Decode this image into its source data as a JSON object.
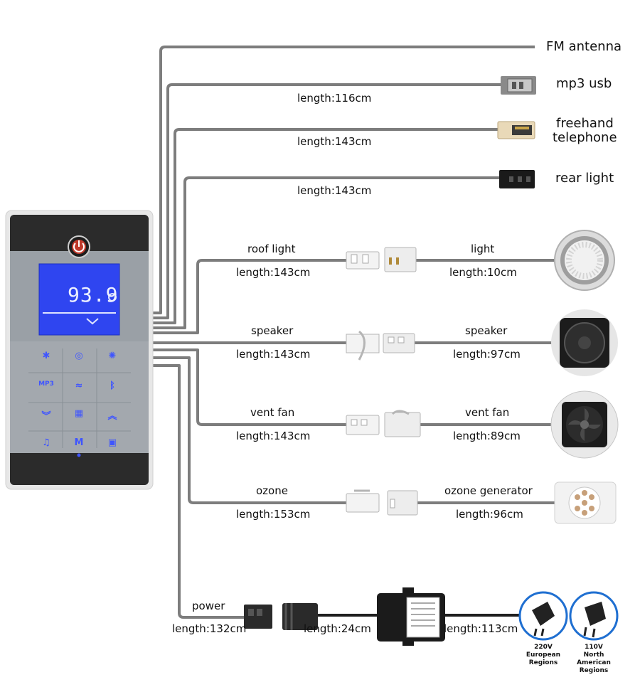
{
  "panel": {
    "display_value": "93.9",
    "buttons": [
      {
        "name": "sun-icon",
        "glyph": "✱"
      },
      {
        "name": "timer-icon",
        "glyph": "◎"
      },
      {
        "name": "fan-icon",
        "glyph": "✺"
      },
      {
        "name": "mp3-icon",
        "glyph": "MP3"
      },
      {
        "name": "steam-icon",
        "glyph": "≈"
      },
      {
        "name": "bluetooth-icon",
        "glyph": "ᛒ"
      },
      {
        "name": "down-icon",
        "glyph": "︾"
      },
      {
        "name": "heater-icon",
        "glyph": "▦"
      },
      {
        "name": "up-icon",
        "glyph": "︽"
      },
      {
        "name": "bell-icon",
        "glyph": "♫"
      },
      {
        "name": "mode-icon",
        "glyph": "M"
      },
      {
        "name": "lock-icon",
        "glyph": "▣"
      }
    ]
  },
  "rows": {
    "fm": {
      "device": "FM antenna"
    },
    "usb": {
      "device": "mp3 usb",
      "length": "length:116cm"
    },
    "phone": {
      "device_line1": "freehand",
      "device_line2": "telephone",
      "length": "length:143cm"
    },
    "rear": {
      "device": "rear light",
      "length": "length:143cm"
    },
    "roof": {
      "left_name": "roof light",
      "left_length": "length:143cm",
      "right_name": "light",
      "right_length": "length:10cm"
    },
    "speaker": {
      "left_name": "speaker",
      "left_length": "length:143cm",
      "right_name": "speaker",
      "right_length": "length:97cm"
    },
    "vent": {
      "left_name": "vent fan",
      "left_length": "length:143cm",
      "right_name": "vent fan",
      "right_length": "length:89cm"
    },
    "ozone": {
      "left_name": "ozone",
      "left_length": "length:153cm",
      "right_name": "ozone generator",
      "right_length": "length:96cm"
    },
    "power": {
      "name": "power",
      "length_1": "length:132cm",
      "length_2": "length:24cm",
      "length_3": "length:113cm"
    }
  },
  "plugs": {
    "eu": {
      "voltage": "220V",
      "region_line1": "European",
      "region_line2": "Regions"
    },
    "na": {
      "voltage": "110V",
      "region_line1": "North American",
      "region_line2": "Regions"
    }
  },
  "colors": {
    "cable": "#7d7d7d",
    "plug_ring": "#1f6fd1",
    "panel_button": "#3f55ff",
    "lcd_bg": "#2f45f0"
  }
}
